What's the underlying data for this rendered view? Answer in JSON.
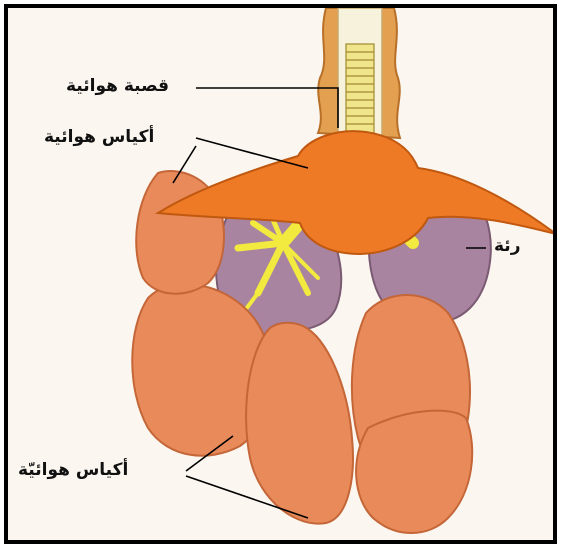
{
  "labels": {
    "trachea": "قصبة هوائية",
    "air_sacs_top": "أكياس هوائية",
    "lung": "رئة",
    "air_sacs_bottom": "أكياس هوائيّة"
  },
  "colors": {
    "sac": "#e98a5a",
    "sac_dark": "#d06a3c",
    "sac_central": "#ee7a26",
    "lung": "#a984a0",
    "bronchi": "#f2ea3e",
    "trachea_rings": "#f0e58a",
    "neck": "#e2a050"
  }
}
